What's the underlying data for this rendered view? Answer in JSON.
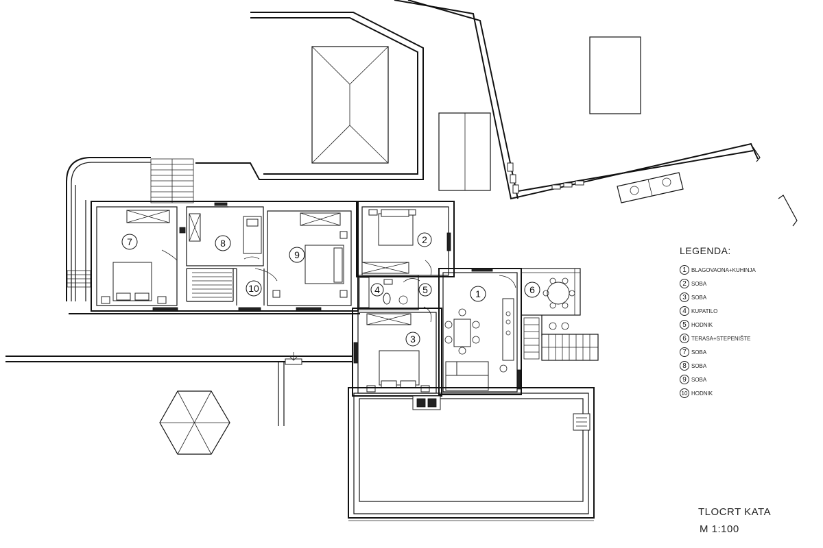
{
  "legend": {
    "title": "LEGENDA:",
    "items": [
      {
        "num": "1",
        "label": "BLAGOVAONA+KUHINJA"
      },
      {
        "num": "2",
        "label": "SOBA"
      },
      {
        "num": "3",
        "label": "SOBA"
      },
      {
        "num": "4",
        "label": "KUPATILO"
      },
      {
        "num": "5",
        "label": "HODNIK"
      },
      {
        "num": "6",
        "label": "TERASA+STEPENIŠTE"
      },
      {
        "num": "7",
        "label": "SOBA"
      },
      {
        "num": "8",
        "label": "SOBA"
      },
      {
        "num": "9",
        "label": "SOBA"
      },
      {
        "num": "10",
        "label": "HODNIK"
      }
    ]
  },
  "plan": {
    "title": "TLOCRT KATA",
    "scale": "M 1:100",
    "room_numbers": [
      "1",
      "2",
      "3",
      "4",
      "5",
      "6",
      "7",
      "8",
      "9",
      "10"
    ]
  }
}
